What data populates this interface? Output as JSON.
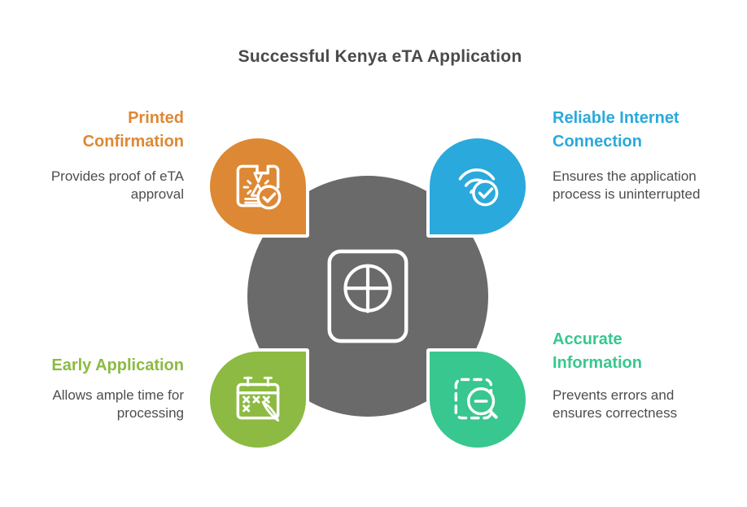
{
  "title": {
    "text": "Successful Kenya eTA Application",
    "color": "#4A4A4A"
  },
  "body_text_color": "#4D4D4D",
  "center": {
    "icon": "passport-globe-icon",
    "circle_color": "#6A6A6A",
    "icon_color": "#FFFFFF"
  },
  "sections": {
    "printed_confirmation": {
      "heading": "Printed Confirmation",
      "description": "Provides proof of eTA approval",
      "color": "#DD8834",
      "icon": "printer-check-icon",
      "position": "top-left"
    },
    "reliable_internet_connection": {
      "heading": "Reliable Internet Connection",
      "description": "Ensures the application process is uninterrupted",
      "color": "#2AA9DC",
      "icon": "wifi-check-icon",
      "position": "top-right"
    },
    "early_application": {
      "heading": "Early Application",
      "description": "Allows ample time for processing",
      "color": "#8CBA42",
      "icon": "calendar-pen-icon",
      "position": "bottom-left"
    },
    "accurate_information": {
      "heading": "Accurate Information",
      "description": "Prevents errors and ensures correctness",
      "color": "#38C78E",
      "icon": "magnifier-check-icon",
      "position": "bottom-right"
    }
  }
}
